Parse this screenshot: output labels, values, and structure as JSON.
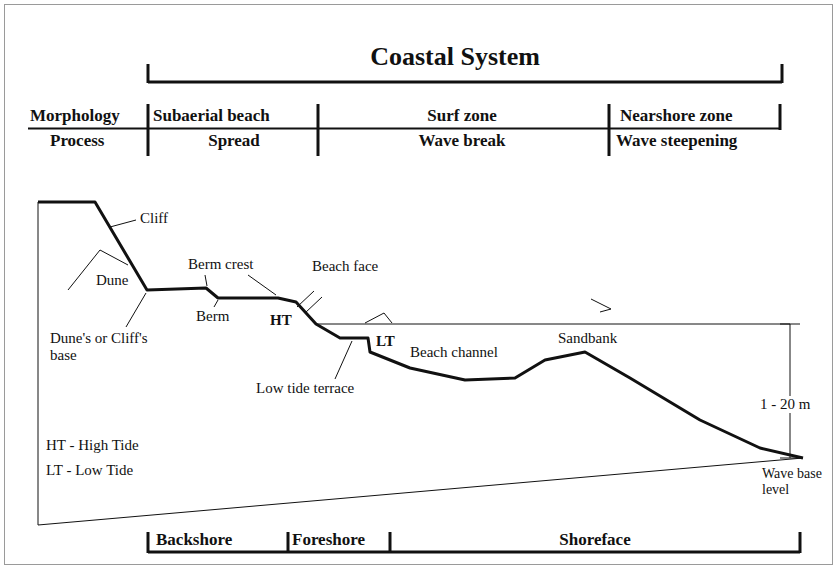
{
  "diagram": {
    "title": "Coastal System",
    "labels": [
      "Morphology",
      "Subaerial beach",
      "Surf zone",
      "Nearshore zone",
      "Process",
      "Spread",
      "Wave break",
      "Wave steepening",
      "Cliff",
      "Dune",
      "Berm crest",
      "Beach face",
      "Berm",
      "HT",
      "Dune's or Cliff's base",
      "LT",
      "Low tide terrace",
      "Beach channel",
      "Sandbank",
      "1 - 20 m",
      "HT - High Tide",
      "LT - Low Tide",
      "Wave base level",
      "Backshore",
      "Foreshore",
      "Shoreface"
    ]
  }
}
